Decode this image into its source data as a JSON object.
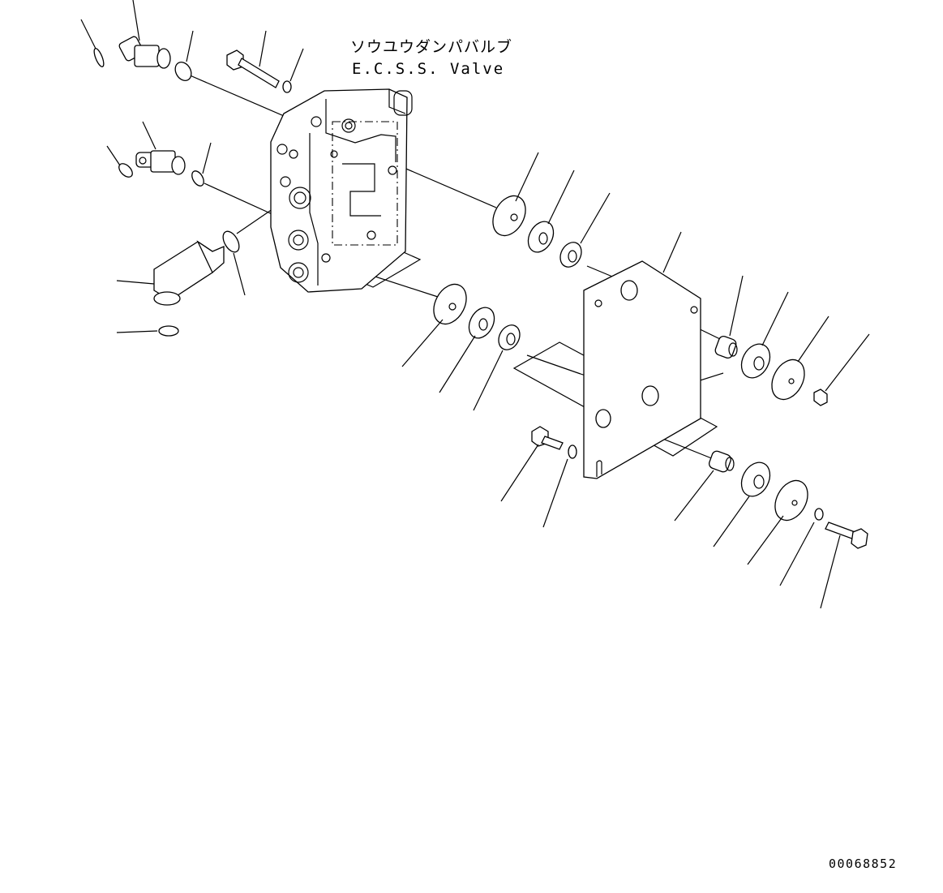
{
  "title_japanese": "ソウユウダンパバルブ",
  "title_english": "E.C.S.S. Valve",
  "drawing_number": "00068852",
  "colors": {
    "line": "#000000",
    "background": "#ffffff"
  }
}
